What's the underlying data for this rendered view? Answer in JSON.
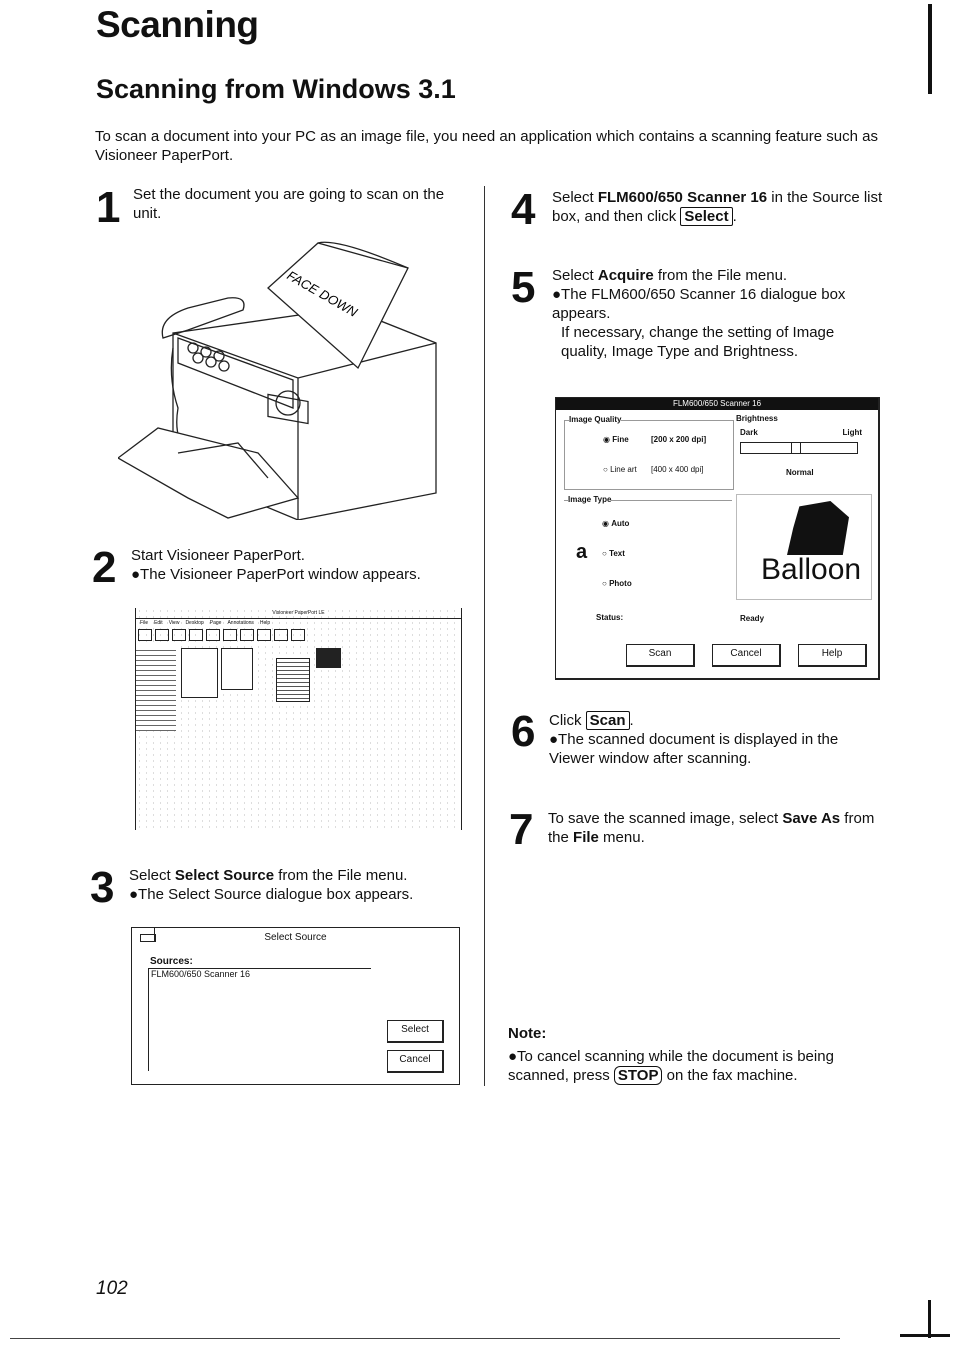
{
  "title": "Scanning",
  "subtitle": "Scanning from Windows 3.1",
  "intro": "To scan a document into your PC as an image file, you need an application which contains a scanning feature such as Visioneer PaperPort.",
  "steps": [
    {
      "num": "1",
      "text": "Set the document you are going to scan on the unit."
    },
    {
      "num": "2",
      "line1": "Start Visioneer PaperPort.",
      "line2": "●The Visioneer PaperPort window appears."
    },
    {
      "num": "3",
      "pre": "Select ",
      "bold": "Select Source",
      "post": " from the File menu.",
      "line2": "●The Select Source dialogue box appears."
    },
    {
      "num": "4",
      "pre": "Select ",
      "bold": "FLM600/650 Scanner 16",
      "mid": " in the Source list box, and then click ",
      "button": "Select",
      "post": "."
    },
    {
      "num": "5",
      "pre": "Select ",
      "bold": "Acquire",
      "post": " from the File menu.",
      "line2": "●The FLM600/650 Scanner 16 dialogue box appears.",
      "line3": "If necessary, change the setting of Image quality, Image Type and Brightness."
    },
    {
      "num": "6",
      "pre": "Click ",
      "button": "Scan",
      "post": ".",
      "line2": "●The scanned document is displayed in the Viewer window after scanning."
    },
    {
      "num": "7",
      "pre": "To save the scanned image, select ",
      "bold": "Save As",
      "mid": " from the ",
      "bold2": "File",
      "post": " menu."
    }
  ],
  "fax_illustration": {
    "paper_label": "FACE DOWN"
  },
  "paperport_window": {
    "title": "Visioneer PaperPort LE",
    "menu": [
      "File",
      "Edit",
      "View",
      "Desktop",
      "Page",
      "Annotations",
      "Help"
    ]
  },
  "select_source_dialog": {
    "title": "Select Source",
    "sources_label": "Sources:",
    "list_item": "FLM600/650 Scanner 16",
    "select_button": "Select",
    "cancel_button": "Cancel"
  },
  "scanner_dialog": {
    "title": "FLM600/650 Scanner 16",
    "image_quality_label": "Image Quality",
    "fine_option": "Fine",
    "fine_dpi": "[200 x 200 dpi]",
    "lineart_option": "Line art",
    "lineart_dpi": "[400 x 400 dpi]",
    "brightness_label": "Brightness",
    "dark_label": "Dark",
    "light_label": "Light",
    "normal_label": "Normal",
    "image_type_label": "Image Type",
    "auto_option": "Auto",
    "text_option": "Text",
    "photo_option": "Photo",
    "preview_text": "Balloon",
    "status_label": "Status:",
    "status_value": "Ready",
    "scan_button": "Scan",
    "cancel_button": "Cancel",
    "help_button": "Help"
  },
  "note": {
    "heading": "Note:",
    "pre": "●To cancel scanning while the document is being scanned, press ",
    "button": "STOP",
    "post": " on the fax machine."
  },
  "page_number": "102"
}
